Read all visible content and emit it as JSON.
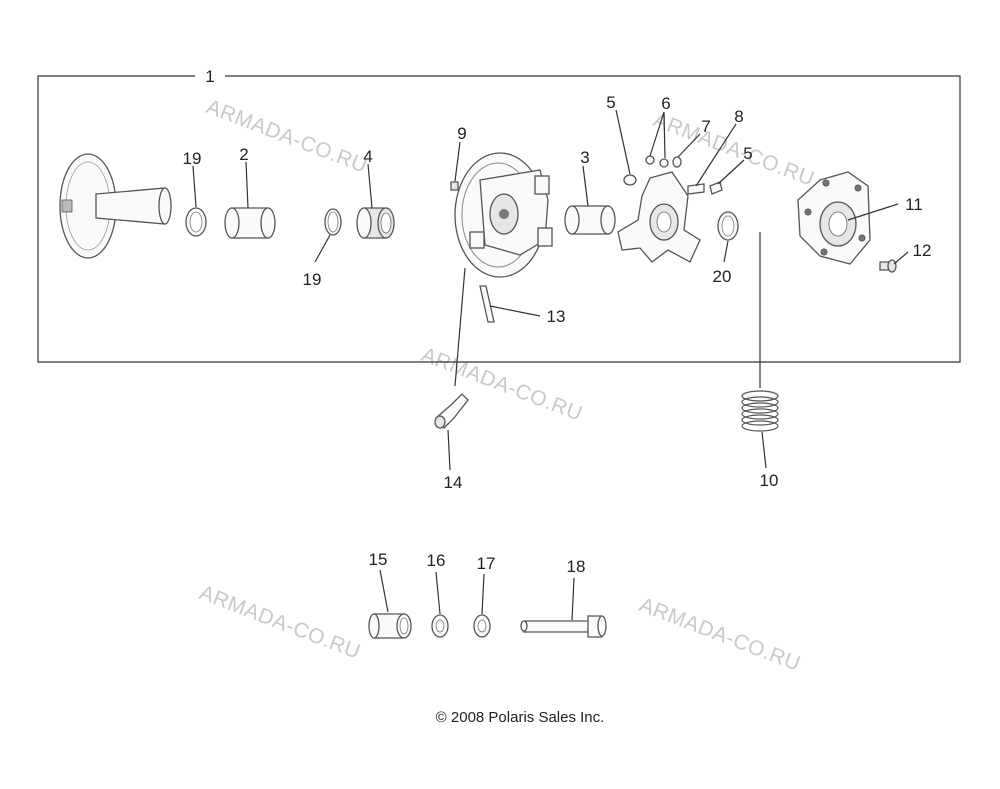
{
  "callouts": {
    "c1": "1",
    "c2": "2",
    "c3": "3",
    "c4": "4",
    "c5a": "5",
    "c5b": "5",
    "c6": "6",
    "c7": "7",
    "c8": "8",
    "c9": "9",
    "c10": "10",
    "c11": "11",
    "c12": "12",
    "c13": "13",
    "c14": "14",
    "c15": "15",
    "c16": "16",
    "c17": "17",
    "c18": "18",
    "c19a": "19",
    "c19b": "19",
    "c20": "20"
  },
  "watermark": "ARMADA-CO.RU",
  "copyright": "© 2008 Polaris Sales Inc."
}
